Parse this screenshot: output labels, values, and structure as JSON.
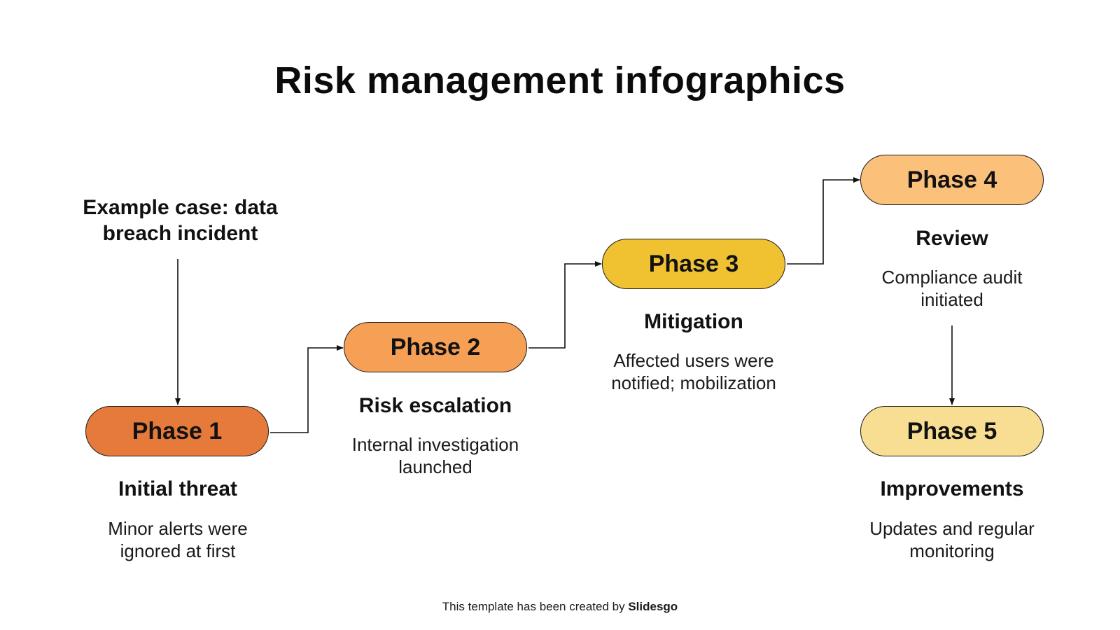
{
  "title": "Risk management infographics",
  "intro": {
    "line1": "Example case: data",
    "line2": "breach incident"
  },
  "phases": [
    {
      "label": "Phase 1",
      "heading": "Initial threat",
      "desc1": "Minor alerts were",
      "desc2": "ignored at first",
      "color": "#E57A3A"
    },
    {
      "label": "Phase 2",
      "heading": "Risk escalation",
      "desc1": "Internal investigation",
      "desc2": "launched",
      "color": "#F5A054"
    },
    {
      "label": "Phase 3",
      "heading": "Mitigation",
      "desc1": "Affected users were",
      "desc2": "notified; mobilization",
      "color": "#F0C232"
    },
    {
      "label": "Phase 4",
      "heading": "Review",
      "desc1": "Compliance audit",
      "desc2": "initiated",
      "color": "#FBC07A"
    },
    {
      "label": "Phase 5",
      "heading": "Improvements",
      "desc1": "Updates and regular",
      "desc2": "monitoring",
      "color": "#F8DE92"
    }
  ],
  "footer": {
    "prefix": "This template has been created by ",
    "brand": "Slidesgo"
  }
}
